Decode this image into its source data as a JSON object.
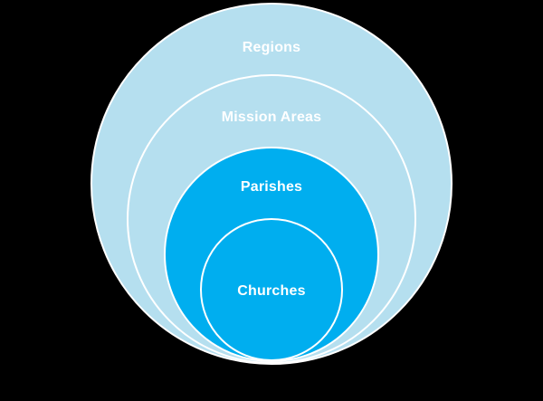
{
  "diagram": {
    "type": "nested-circles",
    "background_color": "#000000",
    "stroke_color": "#ffffff",
    "label_color": "#ffffff",
    "levels": [
      {
        "label": "Regions",
        "fill": "#b5dfef"
      },
      {
        "label": "Mission Areas",
        "fill": "#b5dfef"
      },
      {
        "label": "Parishes",
        "fill": "#00aeef"
      },
      {
        "label": "Churches",
        "fill": "#00aeef"
      }
    ]
  }
}
